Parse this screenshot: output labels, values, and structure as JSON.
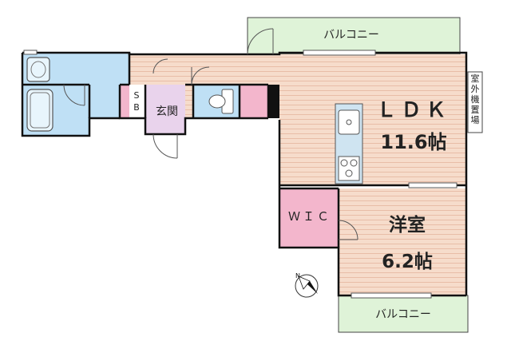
{
  "rooms": {
    "ldk": {
      "name": "ＬＤＫ",
      "size": "11.6帖"
    },
    "western": {
      "name": "洋室",
      "size": "6.2帖"
    },
    "wic": "ＷＩＣ",
    "entrance": "玄関",
    "shoe_box": "SB"
  },
  "balconies": {
    "top": "バルコニー",
    "bottom": "バルコニー"
  },
  "outdoor_unit": "室外機置場",
  "colors": {
    "floor": "#f6dccb",
    "floor_stripe": "#e8bda7",
    "water_area": "#bfe0f5",
    "storage": "#f3b6cc",
    "entrance": "#e9d3ec",
    "balcony": "#dff3d8",
    "wall": "#111111"
  },
  "icons": [
    "bathtub-icon",
    "washbasin-icon",
    "toilet-icon",
    "kitchen-sink-icon",
    "stove-icon",
    "north-compass-icon"
  ]
}
